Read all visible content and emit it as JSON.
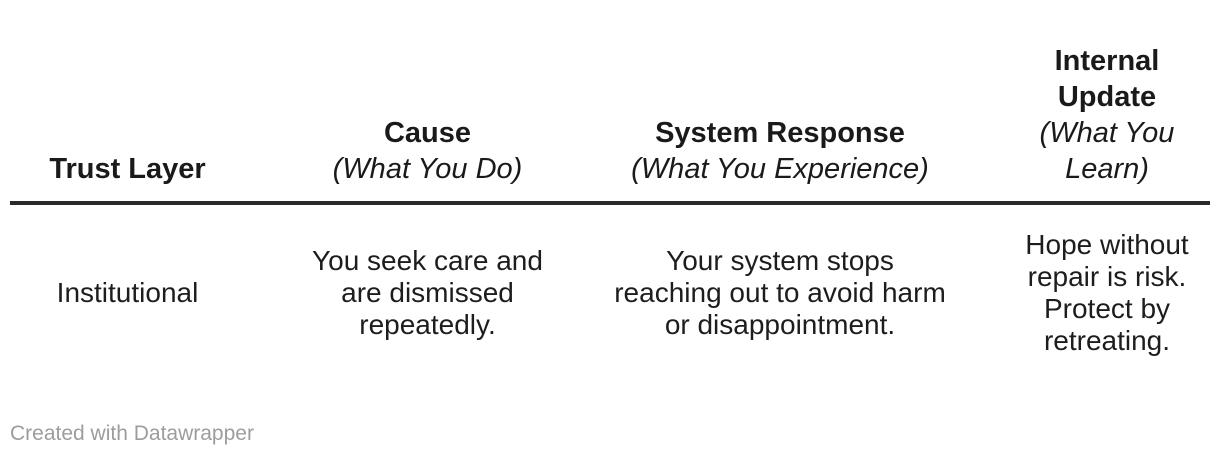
{
  "colors": {
    "background": "#ffffff",
    "text": "#1d1d1d",
    "header_text": "#1a1a1a",
    "header_rule": "#2a2a2a",
    "credit_text": "#9d9d9d"
  },
  "table": {
    "columns": [
      {
        "title": "Trust Layer",
        "subtitle": ""
      },
      {
        "title": "Cause",
        "subtitle": "(What You Do)"
      },
      {
        "title": "System Response",
        "subtitle": "(What You Experience)"
      },
      {
        "title": "Internal\nUpdate",
        "subtitle": "(What You\nLearn)"
      }
    ],
    "rows": [
      {
        "trust_layer": "Institutional",
        "cause": "You seek care and\nare dismissed\nrepeatedly.",
        "system_response": "Your system stops\nreaching out to avoid harm\nor disappointment.",
        "internal_update": "Hope without\nrepair is risk.\nProtect by\nretreating."
      }
    ]
  },
  "footer": {
    "credit": "Created with Datawrapper"
  },
  "chart_data": {
    "type": "table",
    "title": "",
    "columns": [
      "Trust Layer",
      "Cause (What You Do)",
      "System Response (What You Experience)",
      "Internal Update (What You Learn)"
    ],
    "rows": [
      [
        "Institutional",
        "You seek care and are dismissed repeatedly.",
        "Your system stops reaching out to avoid harm or disappointment.",
        "Hope without repair is risk. Protect by retreating."
      ]
    ],
    "credit": "Created with Datawrapper"
  }
}
